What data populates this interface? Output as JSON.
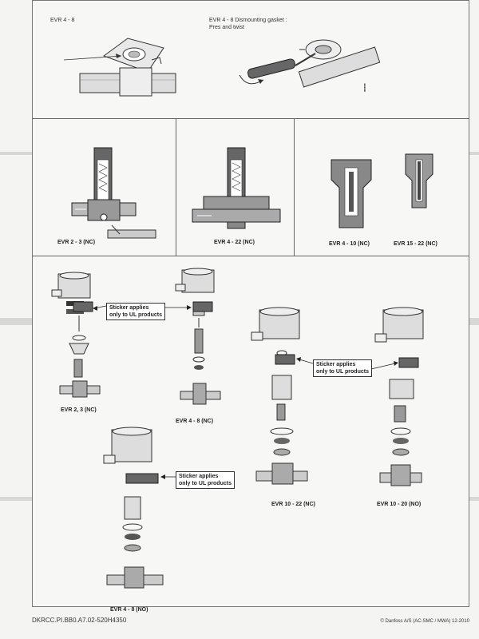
{
  "top": {
    "left_label": "EVR 4 - 8",
    "right_label_line1": "EVR 4 - 8 Dismounting gasket :",
    "right_label_line2": "Pres and twist"
  },
  "middle": {
    "caption_1": "EVR 2 - 3 (NC)",
    "caption_2": "EVR 4 - 22 (NC)",
    "caption_3": "EVR 4 - 10 (NC)",
    "caption_4": "EVR 15 - 22 (NC)"
  },
  "bottom": {
    "caption_evr23": "EVR 2, 3 (NC)",
    "caption_evr48nc": "EVR 4 - 8 (NC)",
    "caption_evr1022nc": "EVR 10 - 22 (NC)",
    "caption_evr1020no": "EVR 10 - 20 (NO)",
    "caption_evr48no": "EVR 4 - 8 (NO)",
    "sticker_line1": "Sticker applies",
    "sticker_line2": "only to UL products"
  },
  "footer": {
    "left": "DKRCC.PI.BB0.A7.02-520H4350",
    "right": "© Danfoss A/S (AC-SMC / MWA) 12-2010"
  }
}
